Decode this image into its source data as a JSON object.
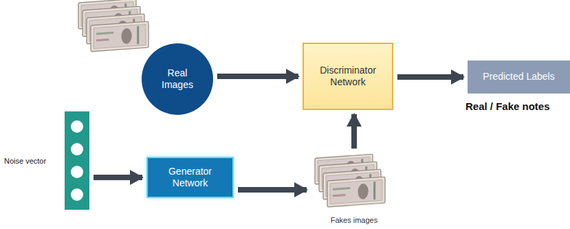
{
  "diagram": {
    "nodes": [
      {
        "text": [
          "Real Images"
        ]
      },
      {
        "text": [
          "Discriminator Network"
        ]
      },
      {
        "text": [
          "Predicted Labels"
        ]
      },
      {
        "text": [
          "Noise vector"
        ]
      },
      {
        "text": [
          "Generator Network"
        ]
      },
      {
        "text": [
          "Fakes images"
        ]
      }
    ],
    "edges": [
      {
        "from": 0,
        "to": 1,
        "arrow": "to"
      },
      {
        "from": 1,
        "to": 2,
        "arrow": "to"
      },
      {
        "from": 3,
        "to": 4,
        "arrow": "to"
      },
      {
        "from": 4,
        "to": 5,
        "arrow": "to"
      },
      {
        "from": 5,
        "to": 1,
        "arrow": "to"
      }
    ],
    "labels": [
      "Real / Fake notes"
    ]
  }
}
